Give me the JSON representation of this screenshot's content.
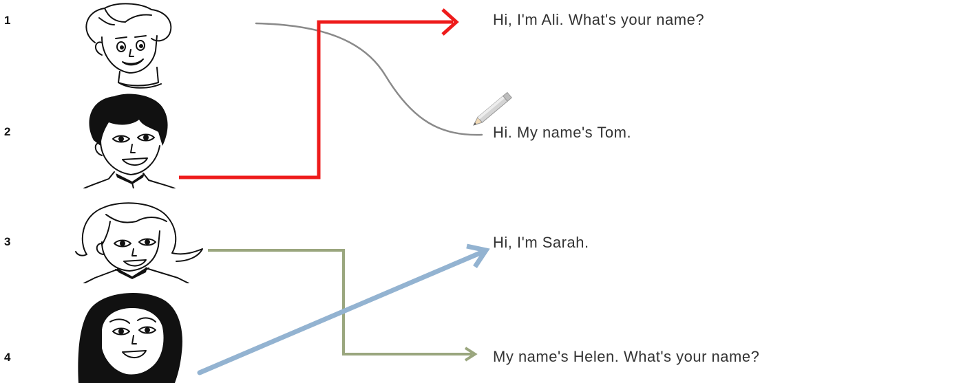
{
  "rows": [
    {
      "number": "1",
      "icon": "boy-face-icon"
    },
    {
      "number": "2",
      "icon": "boy-dark-hair-face-icon"
    },
    {
      "number": "3",
      "icon": "girl-face-icon"
    },
    {
      "number": "4",
      "icon": "girl-hijab-face-icon"
    }
  ],
  "sentences": [
    "Hi, I'm Ali. What's your name?",
    "Hi. My name's Tom.",
    "Hi, I'm Sarah.",
    "My name's Helen. What's your name?"
  ],
  "connectors": [
    {
      "from_row": "1",
      "to_sentence": "Hi. My name's Tom.",
      "style": "pencil-curve",
      "color": "#8a8a8a"
    },
    {
      "from_row": "2",
      "to_sentence": "Hi, I'm Ali. What's your name?",
      "style": "elbow-arrow",
      "color": "#ee1b1b"
    },
    {
      "from_row": "3",
      "to_sentence": "My name's Helen. What's your name?",
      "style": "elbow-arrow",
      "color": "#9aa67e"
    },
    {
      "from_row": "4",
      "to_sentence": "Hi, I'm Sarah.",
      "style": "straight-arrow",
      "color": "#93b3d1"
    }
  ],
  "icons": {
    "pencil": "pencil-icon"
  }
}
